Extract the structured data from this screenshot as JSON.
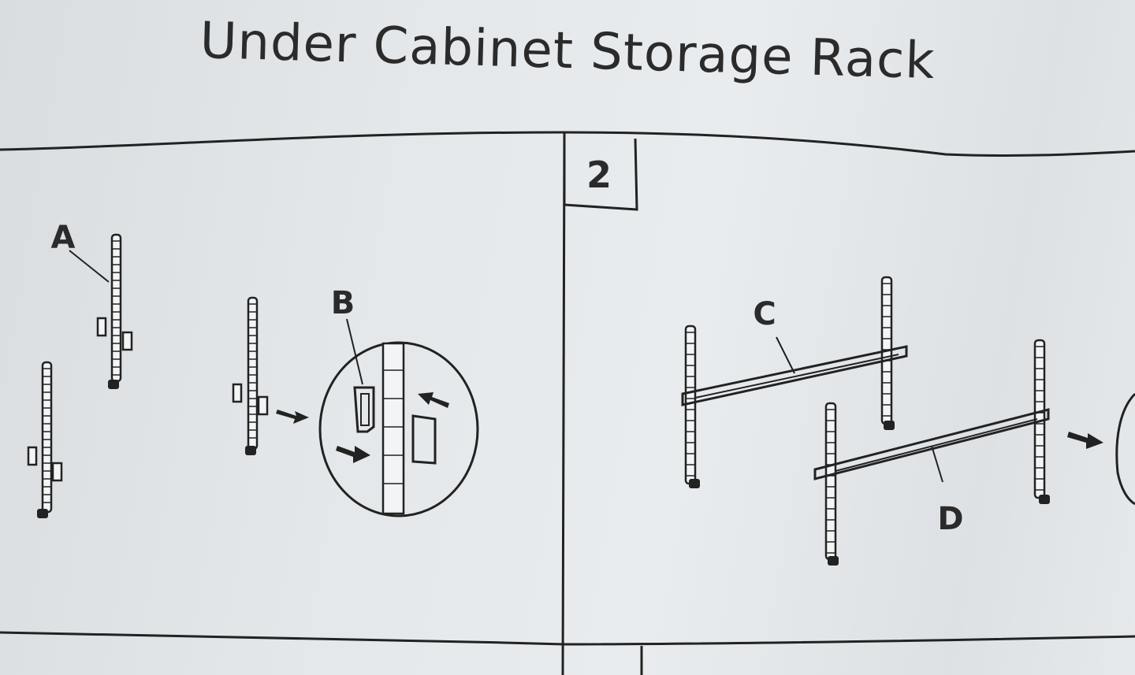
{
  "document": {
    "title": "Under Cabinet Storage Rack",
    "step_number": "2"
  },
  "labels": {
    "part_a": "A",
    "part_b": "B",
    "part_c": "C",
    "part_d": "D"
  },
  "colors": {
    "paper": "#e4e8ea",
    "ink": "#222222"
  }
}
